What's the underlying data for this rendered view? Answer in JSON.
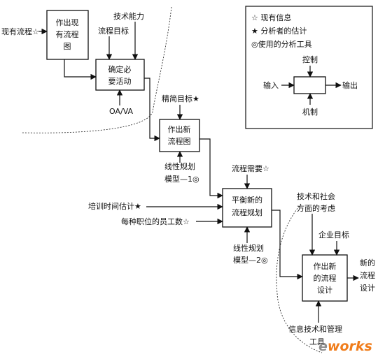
{
  "boxes": {
    "b1": [
      "作出现",
      "有流程",
      "图"
    ],
    "b2": [
      "确定必",
      "要活动"
    ],
    "b3": [
      "作出新",
      "流程图"
    ],
    "b4": [
      "平衡新的",
      "流程规划"
    ],
    "b5": [
      "作出新",
      "的流程",
      "设计"
    ]
  },
  "labels": {
    "current_process": "现有流程☆",
    "tech_capability": "技术能力",
    "process_goal": "流程目标",
    "oa_va": "OA/VA",
    "lean_goal": "精简目标★",
    "linear_model_1": [
      "线性规划",
      "模型—1◎"
    ],
    "process_demand": "流程需要☆",
    "training_time": "培训时间估计★",
    "staff_per_post": "每种职位的员工数☆",
    "linear_model_2": [
      "线性规划",
      "模型—2◎"
    ],
    "tech_social": [
      "技术和社会",
      "方面的考虑"
    ],
    "enterprise_goal": "企业目标",
    "new_process_design": [
      "新的",
      "流程",
      "设计"
    ],
    "it_mgmt_tools": [
      "信息技术和管理",
      "工具"
    ]
  },
  "legend": {
    "items": [
      "☆ 现有信息",
      "★ 分析者的估计",
      "◎使用的分析工具"
    ],
    "control": "控制",
    "input": "输入",
    "output": "输出",
    "mechanism": "机制"
  },
  "watermark": {
    "prefix": "e",
    "brand": "works"
  }
}
